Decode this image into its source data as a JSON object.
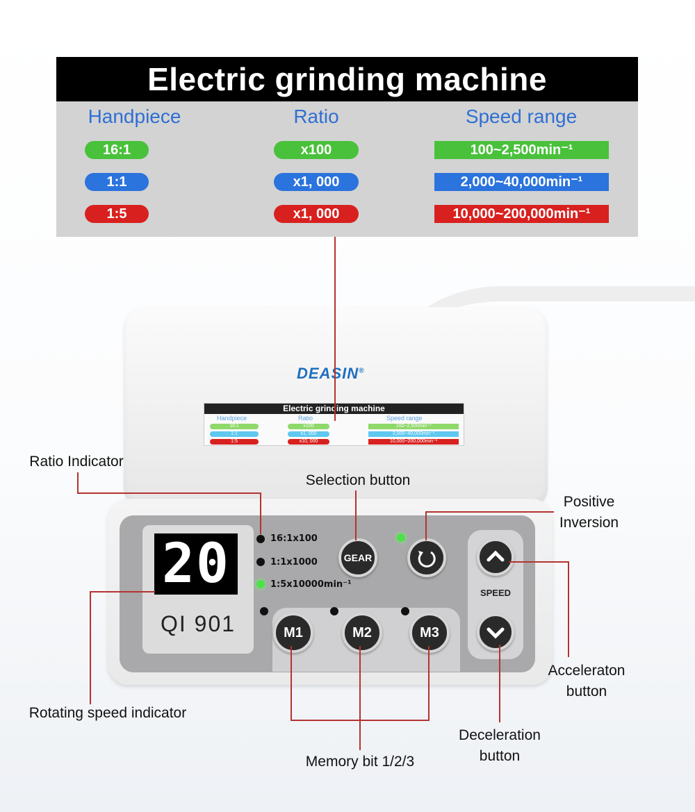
{
  "spec_table": {
    "title": "Electric grinding machine",
    "headers": [
      "Handpiece",
      "Ratio",
      "Speed range"
    ],
    "rows": [
      {
        "handpiece": "16:1",
        "ratio": "x100",
        "speed": "100~2,500min⁻¹",
        "color": "#49c13b"
      },
      {
        "handpiece": "1:1",
        "ratio": "x1, 000",
        "speed": "2,000~40,000min⁻¹",
        "color": "#2b73dd"
      },
      {
        "handpiece": "1:5",
        "ratio": "x1, 000",
        "speed": "10,000~200,000min⁻¹",
        "color": "#d8211f"
      }
    ]
  },
  "device": {
    "brand": "DEASIN",
    "brand_mark": "®",
    "display_value": "20",
    "model": "QI 901",
    "ratio_options": [
      {
        "label": "16:1x100",
        "active": false
      },
      {
        "label": "1:1x1000",
        "active": false
      },
      {
        "label": "1:5x10000min⁻¹",
        "active": true
      }
    ],
    "gear_button": "GEAR",
    "memory_buttons": [
      "M1",
      "M2",
      "M3"
    ],
    "speed_label": "SPEED",
    "inversion_led_active": true,
    "mini_screen": {
      "title": "Electric grinding machine",
      "headers": [
        "Handpiece",
        "Ratio",
        "Speed range"
      ],
      "rows": [
        {
          "handpiece": "16:1",
          "ratio": "x100",
          "speed": "100~2,500min⁻¹"
        },
        {
          "handpiece": "1:1",
          "ratio": "x1, 000",
          "speed": "2,000~40,000min⁻¹"
        },
        {
          "handpiece": "1:5",
          "ratio": "x10, 000",
          "speed": "10,000~200,000min⁻¹"
        }
      ]
    }
  },
  "callouts": {
    "ratio_indicator": "Ratio Indicator",
    "selection_button": "Selection button",
    "positive_inversion_line1": "Positive",
    "positive_inversion_line2": "Inversion",
    "rotating_speed_indicator": "Rotating speed indicator",
    "acceleration_line1": "Acceleraton",
    "acceleration_line2": "button",
    "deceleration_line1": "Deceleration",
    "deceleration_line2": "button",
    "memory_bit": "Memory bit 1/2/3"
  },
  "colors": {
    "green": "#49c13b",
    "blue": "#2b73dd",
    "red": "#d8211f",
    "callout_line": "#b5322e",
    "header_text": "#2f6fd3"
  }
}
